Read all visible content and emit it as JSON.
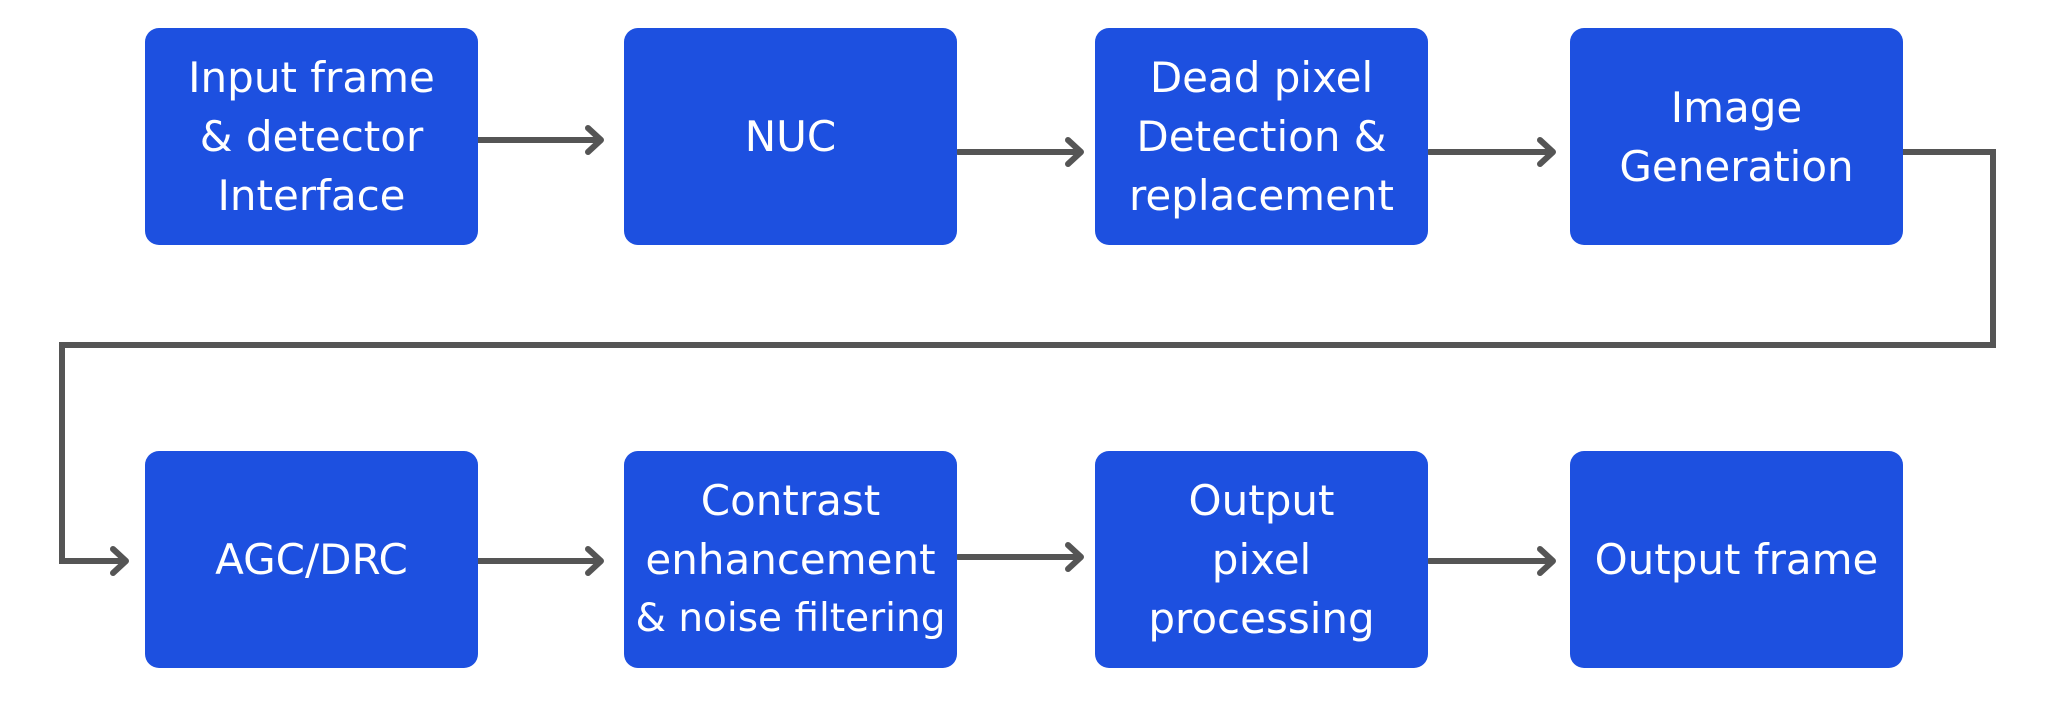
{
  "diagram": {
    "colors": {
      "box_fill": "#1d50e0",
      "box_text": "#ffffff",
      "connector": "#555555",
      "background": "#ffffff"
    },
    "nodes": [
      {
        "id": "input-frame",
        "lines": [
          "Input frame",
          "& detector",
          "Interface"
        ]
      },
      {
        "id": "nuc",
        "lines": [
          "NUC"
        ]
      },
      {
        "id": "dead-pixel",
        "lines": [
          "Dead pixel",
          "Detection &",
          "replacement"
        ]
      },
      {
        "id": "image-generation",
        "lines": [
          "Image",
          "Generation"
        ]
      },
      {
        "id": "agc-drc",
        "lines": [
          "AGC/DRC"
        ]
      },
      {
        "id": "contrast-enhancement",
        "lines": [
          "Contrast",
          "enhancement",
          "& noise filtering"
        ]
      },
      {
        "id": "output-pixel",
        "lines": [
          "Output",
          "pixel",
          "processing"
        ]
      },
      {
        "id": "output-frame",
        "lines": [
          "Output frame"
        ]
      }
    ],
    "edges": [
      {
        "from": "input-frame",
        "to": "nuc"
      },
      {
        "from": "nuc",
        "to": "dead-pixel"
      },
      {
        "from": "dead-pixel",
        "to": "image-generation"
      },
      {
        "from": "image-generation",
        "to": "agc-drc"
      },
      {
        "from": "agc-drc",
        "to": "contrast-enhancement"
      },
      {
        "from": "contrast-enhancement",
        "to": "output-pixel"
      },
      {
        "from": "output-pixel",
        "to": "output-frame"
      }
    ]
  }
}
